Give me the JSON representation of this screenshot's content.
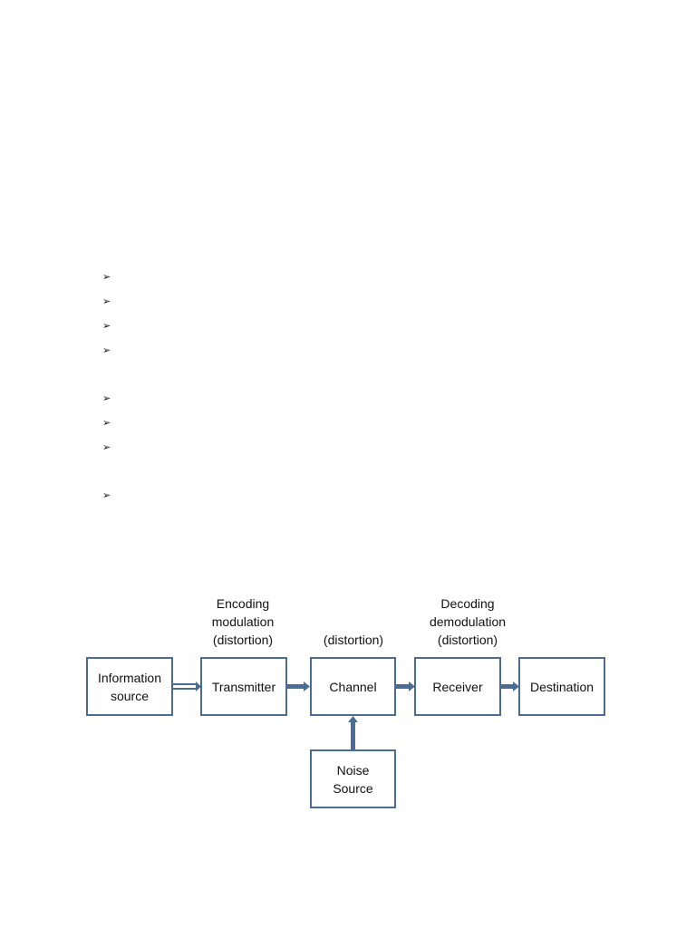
{
  "bullet_list": {
    "marker": "➢",
    "count": 8
  },
  "diagram": {
    "boxes": {
      "information_source": "Information\nsource",
      "transmitter": "Transmitter",
      "channel": "Channel",
      "receiver": "Receiver",
      "destination": "Destination",
      "noise_source": "Noise\nSource"
    },
    "annotations": {
      "transmitter": "Encoding\nmodulation\n(distortion)",
      "channel": "(distortion)",
      "receiver": "Decoding\ndemodulation\n(distortion)"
    },
    "colors": {
      "border": "#4a6c95",
      "arrow": "#4a6c95"
    }
  }
}
